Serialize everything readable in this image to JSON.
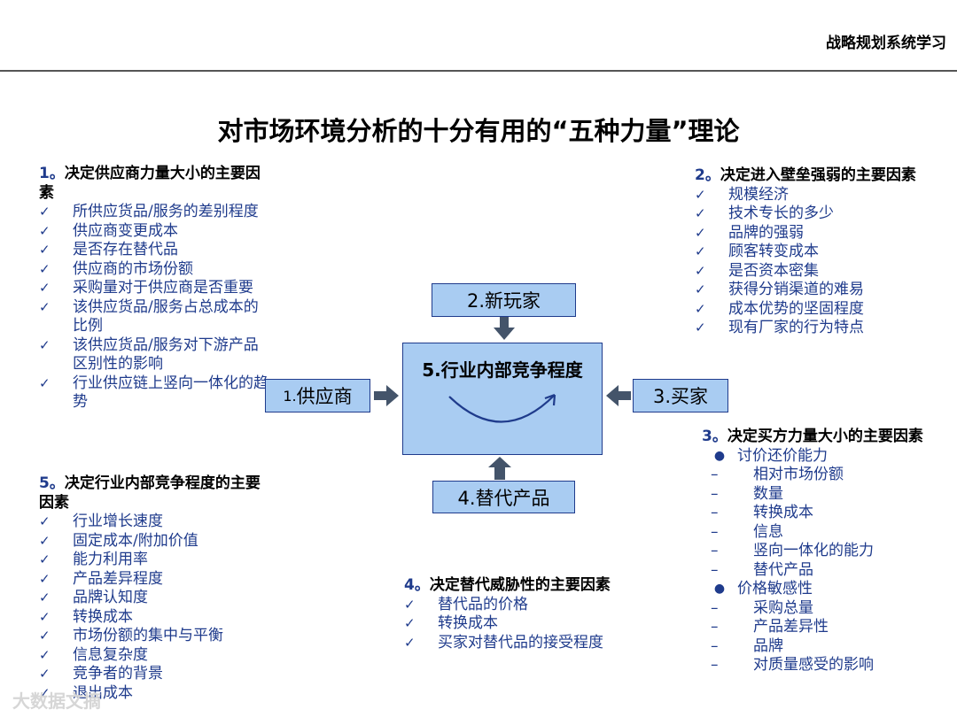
{
  "header": "战略规划系统学习",
  "title": "对市场环境分析的十分有用的“五种力量”理论",
  "diagram": {
    "new_entrants": "2.新玩家",
    "suppliers_num": "1.",
    "suppliers_label": "供应商",
    "buyers": "3.买家",
    "substitutes": "4.替代产品",
    "rivalry": "5.行业内部竞争程度"
  },
  "sections": {
    "suppliers": {
      "num": "1。",
      "title": "决定供应商力量大小的主要因素",
      "items": [
        "所供应货品/服务的差别程度",
        "供应商变更成本",
        "是否存在替代品",
        "供应商的市场份额",
        "采购量对于供应商是否重要",
        "该供应货品/服务占总成本的比例",
        "该供应货品/服务对下游产品区别性的影响",
        "行业供应链上竖向一体化的趋势"
      ]
    },
    "entry": {
      "num": "2。",
      "title": "决定进入壁垒强弱的主要因素",
      "items": [
        "规模经济",
        "技术专长的多少",
        "品牌的强弱",
        "顾客转变成本",
        "是否资本密集",
        "获得分销渠道的难易",
        "成本优势的坚固程度",
        "现有厂家的行为特点"
      ]
    },
    "buyers": {
      "num": "3。",
      "title": "决定买方力量大小的主要因素",
      "groups": [
        {
          "label": "讨价还价能力",
          "items": [
            "相对市场份额",
            "数量",
            "转换成本",
            "信息",
            "竖向一体化的能力",
            "替代产品"
          ]
        },
        {
          "label": "价格敏感性",
          "items": [
            "采购总量",
            "产品差异性",
            "品牌",
            "对质量感受的影响"
          ]
        }
      ]
    },
    "substitutes": {
      "num": "4。",
      "title": "决定替代威胁性的主要因素",
      "items": [
        "替代品的价格",
        "转换成本",
        "买家对替代品的接受程度"
      ]
    },
    "rivalry": {
      "num": "5。",
      "title": "决定行业内部竞争程度的主要因素",
      "items": [
        "行业增长速度",
        "固定成本/附加价值",
        "能力利用率",
        "产品差异程度",
        "品牌认知度",
        "转换成本",
        "市场份额的集中与平衡",
        "信息复杂度",
        "竞争者的背景",
        "退出成本"
      ]
    }
  },
  "watermark": "大数据文摘",
  "colors": {
    "box_fill": "#a9ccf2",
    "border": "#1f3b8c",
    "arrow": "#44546a",
    "text_blue": "#1f3b8c"
  },
  "icons": {
    "check": "✓",
    "dash": "–",
    "bullet": "●"
  }
}
